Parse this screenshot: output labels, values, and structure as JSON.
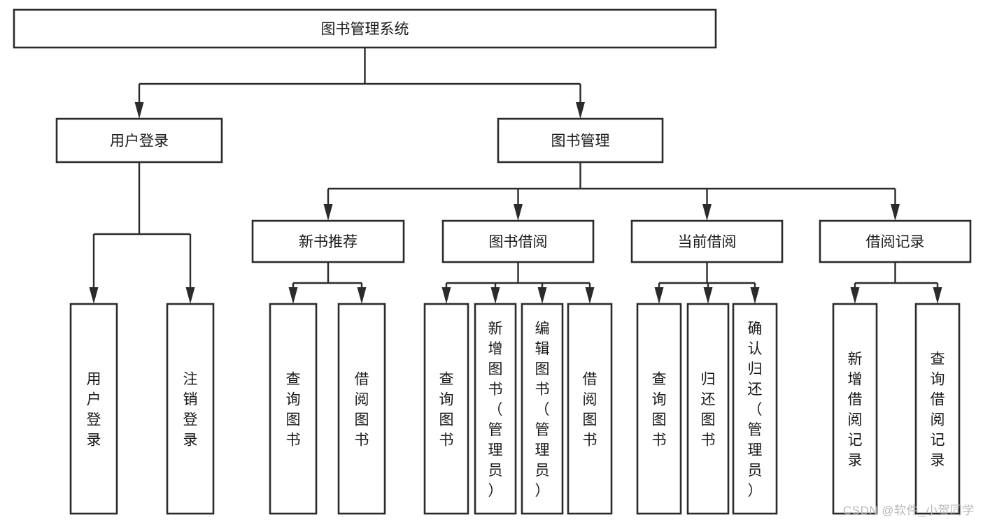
{
  "diagram": {
    "type": "tree-hierarchy-chart",
    "title": "图书管理系统",
    "orientation": "top-down",
    "colors": {
      "box_stroke": "#2b2b2b",
      "box_fill": "#ffffff",
      "connector": "#2b2b2b",
      "text": "#1a1a1a",
      "background": "#ffffff",
      "watermark": "#b9b9b9"
    },
    "nodes": {
      "root": {
        "label": "图书管理系统",
        "level": 0,
        "orientation": "horizontal"
      },
      "l1": [
        {
          "id": "user-login",
          "label": "用户登录",
          "level": 1,
          "orientation": "horizontal"
        },
        {
          "id": "book-manage",
          "label": "图书管理",
          "level": 1,
          "orientation": "horizontal"
        }
      ],
      "l2": [
        {
          "id": "new-book-rec",
          "label": "新书推荐",
          "level": 2,
          "orientation": "horizontal",
          "parent": "book-manage"
        },
        {
          "id": "book-borrow",
          "label": "图书借阅",
          "level": 2,
          "orientation": "horizontal",
          "parent": "book-manage"
        },
        {
          "id": "current-borrow",
          "label": "当前借阅",
          "level": 2,
          "orientation": "horizontal",
          "parent": "book-manage"
        },
        {
          "id": "borrow-record",
          "label": "借阅记录",
          "level": 2,
          "orientation": "horizontal",
          "parent": "book-manage"
        }
      ],
      "leaves": [
        {
          "id": "leaf-user-login",
          "label": "用户登录",
          "orientation": "vertical",
          "parent": "user-login"
        },
        {
          "id": "leaf-user-logout",
          "label": "注销登录",
          "orientation": "vertical",
          "parent": "user-login"
        },
        {
          "id": "leaf-query-book-1",
          "label": "查询图书",
          "orientation": "vertical",
          "parent": "new-book-rec"
        },
        {
          "id": "leaf-borrow-book-1",
          "label": "借阅图书",
          "orientation": "vertical",
          "parent": "new-book-rec"
        },
        {
          "id": "leaf-query-book-2",
          "label": "查询图书",
          "orientation": "vertical",
          "parent": "book-borrow"
        },
        {
          "id": "leaf-add-book",
          "label": "新增图书（管理员）",
          "orientation": "vertical",
          "parent": "book-borrow"
        },
        {
          "id": "leaf-edit-book",
          "label": "编辑图书（管理员）",
          "orientation": "vertical",
          "parent": "book-borrow"
        },
        {
          "id": "leaf-borrow-book-2",
          "label": "借阅图书",
          "orientation": "vertical",
          "parent": "book-borrow"
        },
        {
          "id": "leaf-query-book-3",
          "label": "查询图书",
          "orientation": "vertical",
          "parent": "current-borrow"
        },
        {
          "id": "leaf-return-book",
          "label": "归还图书",
          "orientation": "vertical",
          "parent": "current-borrow"
        },
        {
          "id": "leaf-confirm-return",
          "label": "确认归还（管理员）",
          "orientation": "vertical",
          "parent": "current-borrow"
        },
        {
          "id": "leaf-add-record",
          "label": "新增借阅记录",
          "orientation": "vertical",
          "parent": "borrow-record"
        },
        {
          "id": "leaf-query-record",
          "label": "查询借阅记录",
          "orientation": "vertical",
          "parent": "borrow-record"
        }
      ]
    }
  },
  "watermark": {
    "text": "CSDN @软件_小贺同学"
  }
}
